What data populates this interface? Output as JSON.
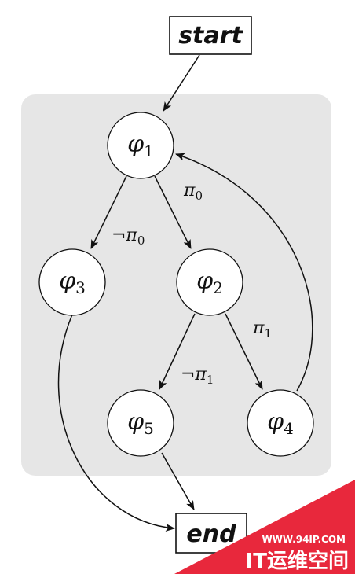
{
  "diagram": {
    "start_label": "start",
    "end_label": "end",
    "nodes": {
      "phi1": {
        "symbol": "φ",
        "subscript": "1"
      },
      "phi2": {
        "symbol": "φ",
        "subscript": "2"
      },
      "phi3": {
        "symbol": "φ",
        "subscript": "3"
      },
      "phi4": {
        "symbol": "φ",
        "subscript": "4"
      },
      "phi5": {
        "symbol": "φ",
        "subscript": "5"
      }
    },
    "edge_labels": {
      "pi0": {
        "symbol": "π",
        "subscript": "0"
      },
      "not_pi0": {
        "symbol": "¬π",
        "subscript": "0"
      },
      "pi1": {
        "symbol": "π",
        "subscript": "1"
      },
      "not_pi1": {
        "symbol": "¬π",
        "subscript": "1"
      }
    }
  },
  "watermark": {
    "url": "WWW.94IP.COM",
    "brand": "IT运维空间"
  },
  "colors": {
    "region_fill": "#e6e6e6",
    "line": "#111111",
    "watermark_red": "#e8283c"
  }
}
